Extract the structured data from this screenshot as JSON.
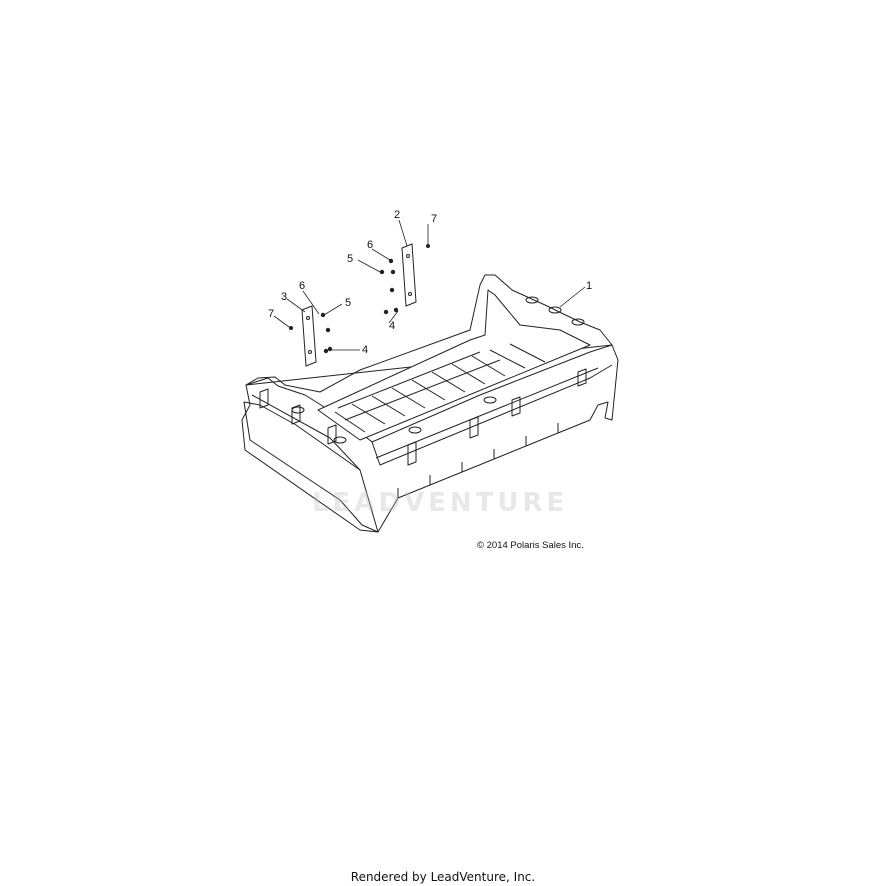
{
  "callouts": [
    "1",
    "2",
    "7",
    "6",
    "5",
    "3",
    "6",
    "5",
    "7",
    "4",
    "4"
  ],
  "copyright": "© 2014 Polaris Sales Inc.",
  "watermark": "LEADVENTURE",
  "footer": "Rendered by LeadVenture, Inc."
}
